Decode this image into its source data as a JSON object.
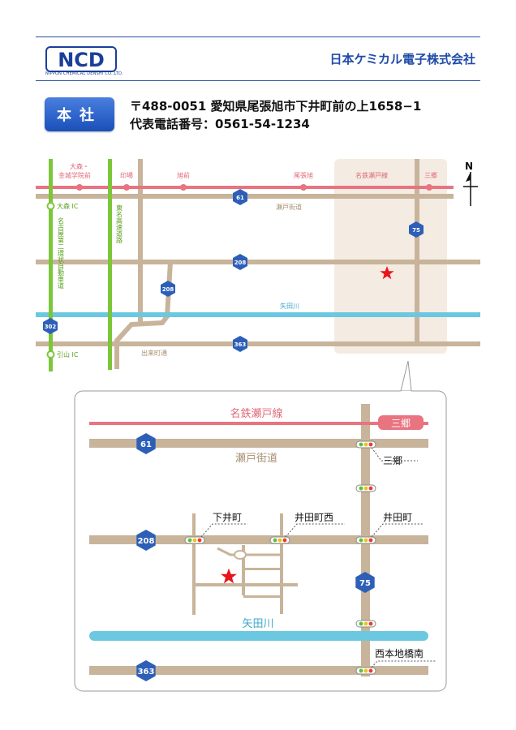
{
  "header": {
    "logo_text": "NCD",
    "logo_sub": "NIPPON CHEMICAL DENSHI CO.,LTD.",
    "company_name": "日本ケミカル電子株式会社"
  },
  "office": {
    "badge": "本社",
    "address": "〒488-0051 愛知県尾張旭市下井町前の上1658−1",
    "phone": "代表電話番号：0561-54-1234"
  },
  "overview_map": {
    "north": "N",
    "stations": [
      "大森・",
      "金城学院前",
      "印場",
      "旭前",
      "尾張旭",
      "名鉄瀬戸線",
      "三郷"
    ],
    "ic": [
      "大森 IC",
      "引山 IC"
    ],
    "expressways": [
      "名古屋第二環状自動車道",
      "東名高速道路"
    ],
    "roads": [
      "瀬戸街道",
      "出来町通",
      "矢田川"
    ],
    "route_numbers": [
      "61",
      "75",
      "208",
      "208",
      "302",
      "363"
    ]
  },
  "detail_map": {
    "rail_line": "名鉄瀬戸線",
    "station": "三郷",
    "road": "瀬戸街道",
    "river": "矢田川",
    "intersections": [
      "三郷",
      "下井町",
      "井田町西",
      "井田町",
      "西本地橋南"
    ],
    "route_numbers": [
      "61",
      "208",
      "75",
      "363"
    ]
  },
  "colors": {
    "rail": "#e87480",
    "road": "#c8b49a",
    "expressway": "#7cc63a",
    "river": "#6cc8e0",
    "route_badge": "#2d5fb8",
    "star": "#e8141c"
  }
}
